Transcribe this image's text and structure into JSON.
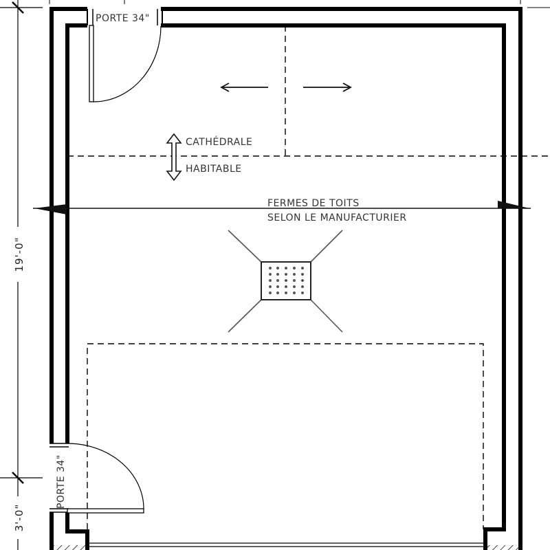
{
  "drawing": {
    "type": "floor-plan",
    "subject": "garage",
    "colors": {
      "line": "#000000",
      "text": "#333333",
      "background": "#ffffff"
    }
  },
  "doors": [
    {
      "label": "PORTE 34\"",
      "position": "top-left",
      "swing": "inward-down"
    },
    {
      "label": "PORTE 34\"",
      "position": "bottom-left",
      "orientation": "vertical"
    }
  ],
  "annotations": {
    "ceiling_upper": "CATHÉDRALE",
    "ceiling_lower": "HABITABLE",
    "trusses_line1": "FERMES DE TOITS",
    "trusses_line2": "SELON LE MANUFACTURIER"
  },
  "dimensions": {
    "left_main": "19'-0\"",
    "left_bottom": "3'-0\""
  },
  "symbols": {
    "slope_arrows": [
      "arrow-left",
      "arrow-right"
    ],
    "level_arrow": "double-arrow-vertical",
    "fixture": "ceiling-fan-light",
    "fixture_dots": {
      "rows": 5,
      "cols": 5
    },
    "section_markers": [
      "section-marker-left",
      "section-marker-right"
    ]
  }
}
